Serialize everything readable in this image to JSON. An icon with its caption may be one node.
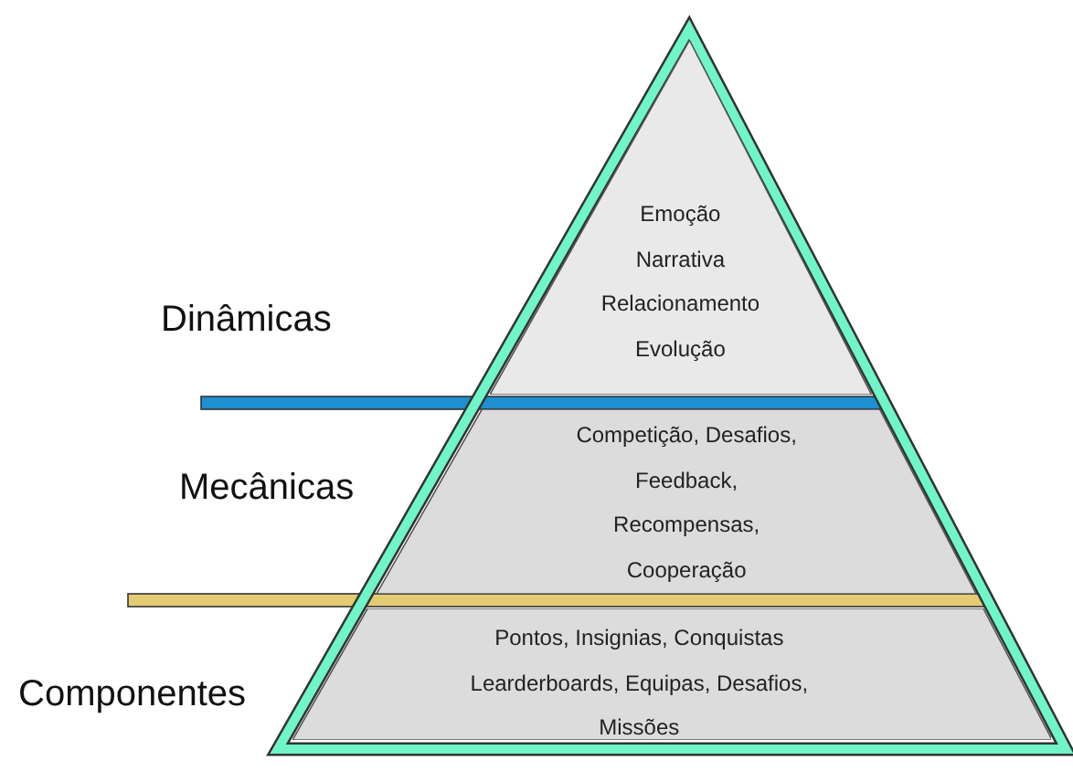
{
  "diagram": {
    "nodes": [
      {
        "text": [
          "Emoção",
          "Narrativa",
          "Relacionamento",
          "Evolução"
        ]
      },
      {
        "text": [
          "Competição, Desafios,",
          "Feedback,",
          "Recompensas,",
          "Cooperação"
        ]
      },
      {
        "text": [
          "Pontos, Insignias, Conquistas",
          "Learderboards, Equipas, Desafios,",
          "Missões"
        ]
      }
    ],
    "labels": [
      "Dinâmicas",
      "Mecânicas",
      "Componentes"
    ]
  }
}
